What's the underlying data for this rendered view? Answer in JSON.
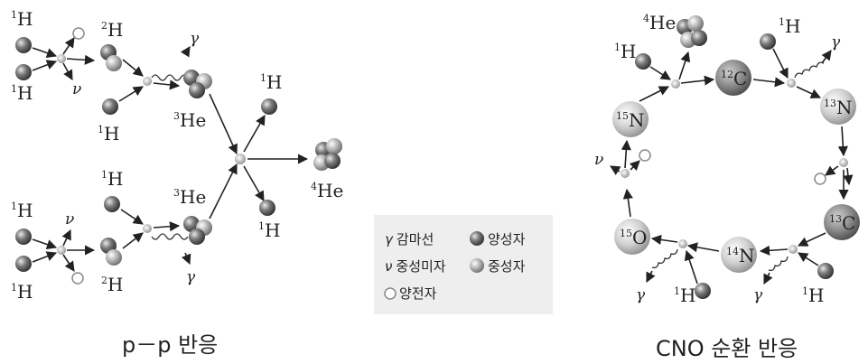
{
  "labels": {
    "h1": "H",
    "he3": "He",
    "he4": "He",
    "h_mass": "1",
    "h2_mass": "2",
    "he3_mass": "3",
    "he4_mass": "4",
    "c12": "C",
    "c12_mass": "12",
    "n13": "N",
    "n13_mass": "13",
    "c13": "C",
    "c13_mass": "13",
    "n14": "N",
    "n14_mass": "14",
    "o15": "O",
    "o15_mass": "15",
    "n15": "N",
    "n15_mass": "15",
    "gamma": "γ",
    "nu": "ν"
  },
  "legend": {
    "gamma_symbol": "γ",
    "gamma_label": "감마선",
    "nu_symbol": "ν",
    "nu_label": "중성미자",
    "positron_label": "양전자",
    "proton_label": "양성자",
    "neutron_label": "중성자"
  },
  "captions": {
    "pp": "p－p 반응",
    "cno": "CNO 순환 반응"
  },
  "colors": {
    "proton": "#7a7a7a",
    "neutron": "#b3b3b3",
    "big_nucleus": "#c8c8c8",
    "legend_bg": "#eeeeee"
  }
}
